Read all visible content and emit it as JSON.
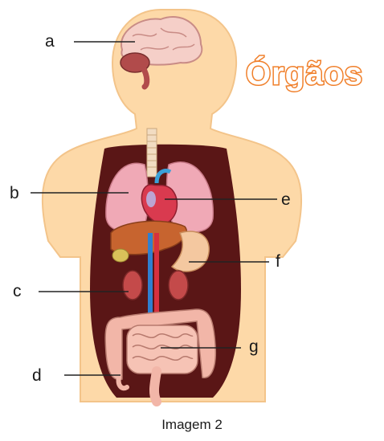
{
  "title": "Órgãos",
  "caption": "Imagem 2",
  "labels": {
    "a": "a",
    "b": "b",
    "c": "c",
    "d": "d",
    "e": "e",
    "f": "f",
    "g": "g"
  },
  "colors": {
    "skin": "#fdd9a8",
    "skin_outline": "#f3c48a",
    "cavity": "#5a1616",
    "lung": "#f0a9b6",
    "heart": "#d93a4f",
    "liver": "#c7642f",
    "stomach": "#f4c8a0",
    "kidney": "#c44a4a",
    "intestine": "#f2b6a8",
    "brain": "#f5cfc8",
    "title_stroke": "#f07f2a"
  }
}
